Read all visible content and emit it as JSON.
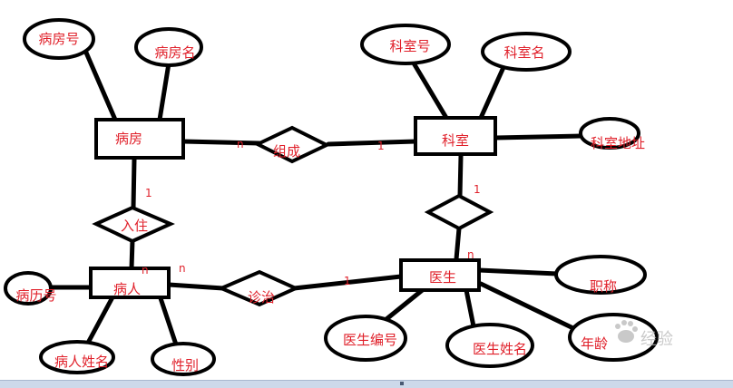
{
  "entities": {
    "ward": "病房",
    "department": "科室",
    "patient": "病人",
    "doctor": "医生"
  },
  "relationships": {
    "compose": "组成",
    "admit": "入住",
    "treat": "诊治",
    "belong": ""
  },
  "attributes": {
    "ward_no": "病房号",
    "ward_name": "病房名",
    "dept_no": "科室号",
    "dept_name": "科室名",
    "dept_addr": "科室地址",
    "record_no": "病历号",
    "patient_name": "病人姓名",
    "gender": "性别",
    "doctor_no": "医生编号",
    "doctor_name": "医生姓名",
    "title": "职称",
    "age": "年龄"
  },
  "cardinalities": {
    "compose_ward": "n",
    "compose_dept": "1",
    "admit_ward": "1",
    "admit_patient": "n",
    "treat_patient": "n",
    "treat_doctor": "1",
    "belong_dept": "1",
    "belong_doctor": "n"
  },
  "watermark": {
    "text": "经验",
    "icon": "baidu-paw-icon"
  }
}
